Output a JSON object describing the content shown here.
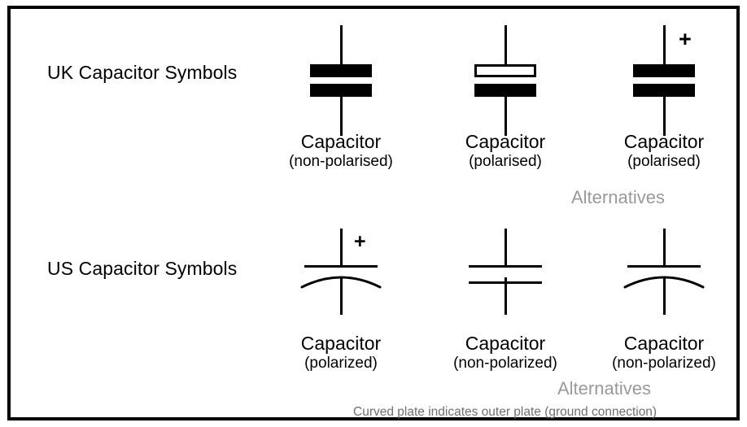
{
  "frame": {
    "border_color": "#000000",
    "background": "#ffffff"
  },
  "rows": [
    {
      "label": "UK Capacitor Symbols",
      "style": "uk",
      "alternatives_note": "Alternatives",
      "symbols": [
        {
          "kind": "uk-plates",
          "top_plate": "solid",
          "bottom_plate": "solid",
          "polarity_mark": "",
          "caption_main": "Capacitor",
          "caption_sub": "(non-polarised)"
        },
        {
          "kind": "uk-plates",
          "top_plate": "hollow",
          "bottom_plate": "solid",
          "polarity_mark": "",
          "caption_main": "Capacitor",
          "caption_sub": "(polarised)"
        },
        {
          "kind": "uk-plates",
          "top_plate": "solid",
          "bottom_plate": "solid",
          "polarity_mark": "+",
          "caption_main": "Capacitor",
          "caption_sub": "(polarised)"
        }
      ]
    },
    {
      "label": "US Capacitor Symbols",
      "style": "us",
      "alternatives_note": "Alternatives",
      "footnote": "Curved plate indicates outer plate (ground connection)",
      "symbols": [
        {
          "kind": "us-curved",
          "top_plate": "straight",
          "bottom_plate": "curved",
          "polarity_mark": "+",
          "caption_main": "Capacitor",
          "caption_sub": "(polarized)"
        },
        {
          "kind": "us-straight",
          "top_plate": "straight",
          "bottom_plate": "straight",
          "polarity_mark": "",
          "caption_main": "Capacitor",
          "caption_sub": "(non-polarized)"
        },
        {
          "kind": "us-curved",
          "top_plate": "straight",
          "bottom_plate": "curved",
          "polarity_mark": "",
          "caption_main": "Capacitor",
          "caption_sub": "(non-polarized)"
        }
      ]
    }
  ],
  "colors": {
    "ink": "#000000",
    "muted_note": "#9a9a9a",
    "footnote": "#6f6f6f"
  }
}
